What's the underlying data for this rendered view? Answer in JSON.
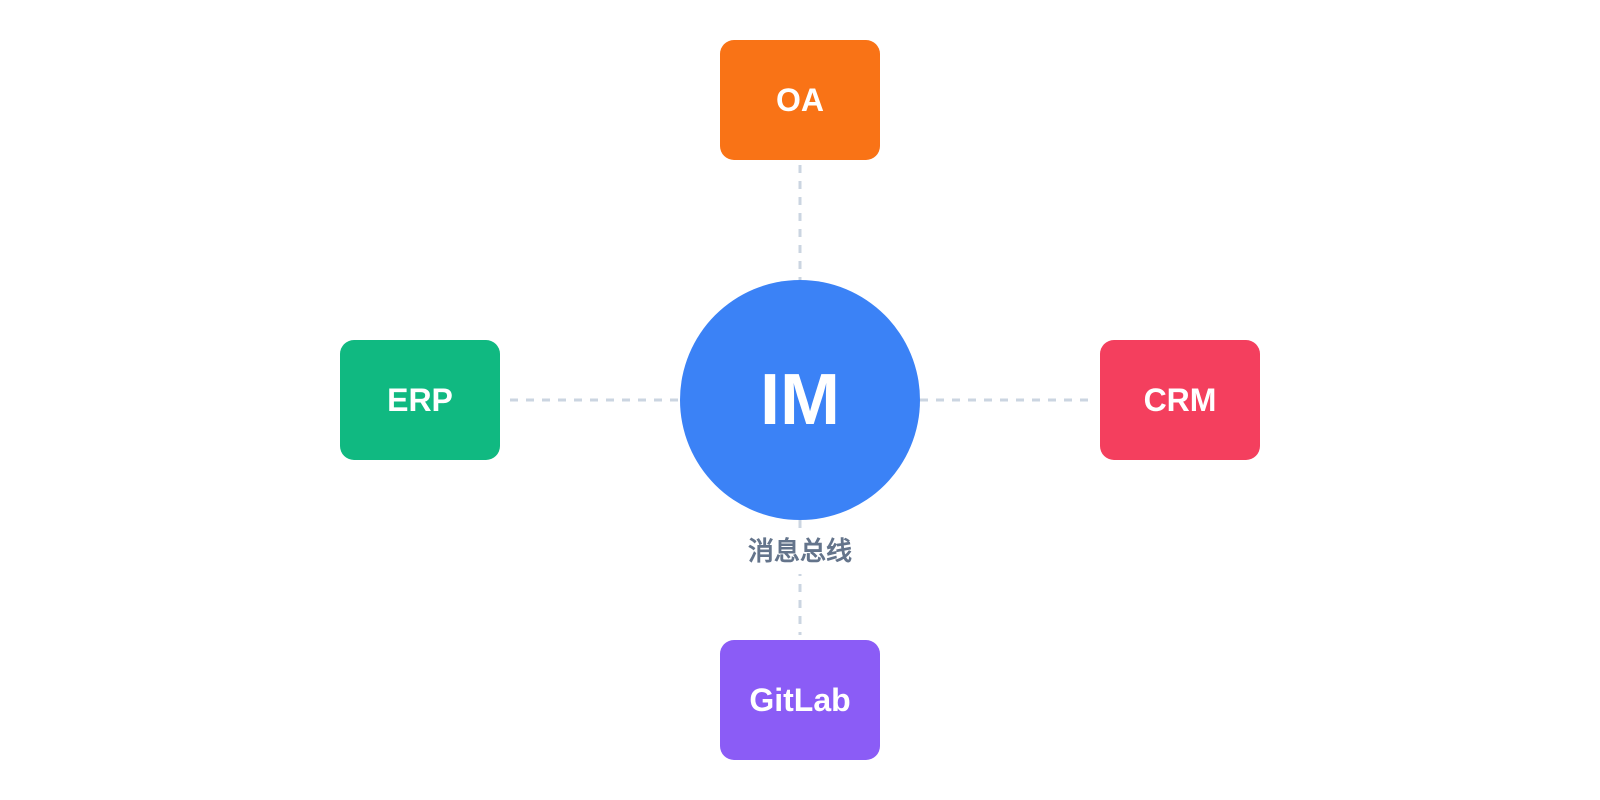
{
  "hub": {
    "label": "IM",
    "caption": "消息总线",
    "color": "#3b82f6"
  },
  "nodes": {
    "oa": {
      "label": "OA",
      "color": "#f97316"
    },
    "erp": {
      "label": "ERP",
      "color": "#10b981"
    },
    "crm": {
      "label": "CRM",
      "color": "#f43f5e"
    },
    "gitlab": {
      "label": "GitLab",
      "color": "#8b5cf6"
    }
  },
  "connector_color": "#cbd5e1"
}
